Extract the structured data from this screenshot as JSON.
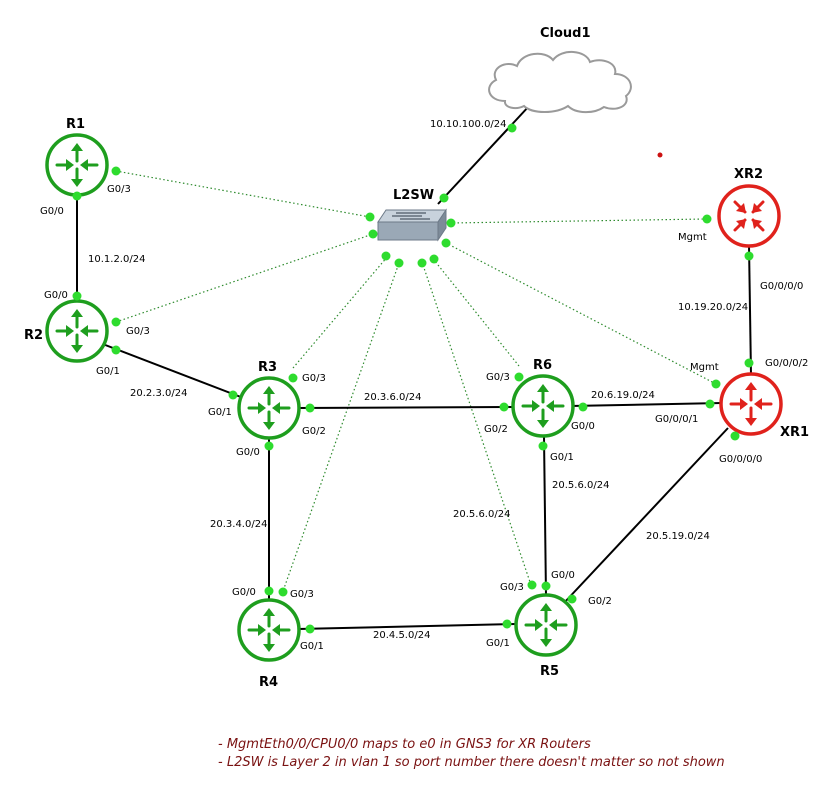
{
  "colors": {
    "router": "#1e9e1e",
    "xr_router": "#e0221c",
    "port_dot": "#2edc2e",
    "link": "#000000",
    "mgmt_link": "#2e8b2e",
    "note_text": "#7a1212"
  },
  "nodes": {
    "cloud1": {
      "label": "Cloud1"
    },
    "l2sw": {
      "label": "L2SW"
    },
    "r1": {
      "label": "R1"
    },
    "r2": {
      "label": "R2"
    },
    "r3": {
      "label": "R3"
    },
    "r4": {
      "label": "R4"
    },
    "r5": {
      "label": "R5"
    },
    "r6": {
      "label": "R6"
    },
    "xr1": {
      "label": "XR1"
    },
    "xr2": {
      "label": "XR2"
    }
  },
  "links": {
    "cloud_sw": {
      "subnet": "10.10.100.0/24"
    },
    "r1_r2": {
      "subnet": "10.1.2.0/24",
      "r1_port": "G0/0",
      "r2_port": "G0/0"
    },
    "r2_r3": {
      "subnet": "20.2.3.0/24",
      "r2_port": "G0/1",
      "r3_port": "G0/1"
    },
    "r3_r6": {
      "subnet": "20.3.6.0/24",
      "r3_port": "G0/2",
      "r6_port": "G0/2"
    },
    "r6_xr1": {
      "subnet": "20.6.19.0/24",
      "r6_port": "G0/0",
      "xr1_port": "G0/0/0/1"
    },
    "r3_r4": {
      "subnet": "20.3.4.0/24",
      "r3_port": "G0/0",
      "r4_port": "G0/0"
    },
    "r4_r5": {
      "subnet": "20.4.5.0/24",
      "r4_port": "G0/1",
      "r5_port": "G0/1"
    },
    "r6_r5": {
      "subnet": "20.5.6.0/24",
      "r6_port": "G0/1",
      "r5_port": "G0/0"
    },
    "xr1_r5": {
      "subnet": "20.5.19.0/24",
      "xr1_port": "G0/0/0/0",
      "r5_port": "G0/2"
    },
    "xr2_xr1": {
      "subnet": "10.19.20.0/24",
      "xr2_port": "G0/0/0/0",
      "xr1_port": "G0/0/0/2"
    }
  },
  "mgmt_links": {
    "r1_port": "G0/3",
    "r2_port": "G0/3",
    "r3_port": "G0/3",
    "r4_port": "G0/3",
    "r5_port": "G0/3",
    "r6_port": "G0/3",
    "xr1_port": "Mgmt",
    "xr2_port": "Mgmt",
    "r5_subnet_label": "20.5.6.0/24"
  },
  "notes": [
    "- MgmtEth0/0/CPU0/0 maps to e0 in GNS3 for XR Routers",
    "- L2SW is Layer 2 in vlan 1 so port number there doesn't matter so not shown"
  ]
}
